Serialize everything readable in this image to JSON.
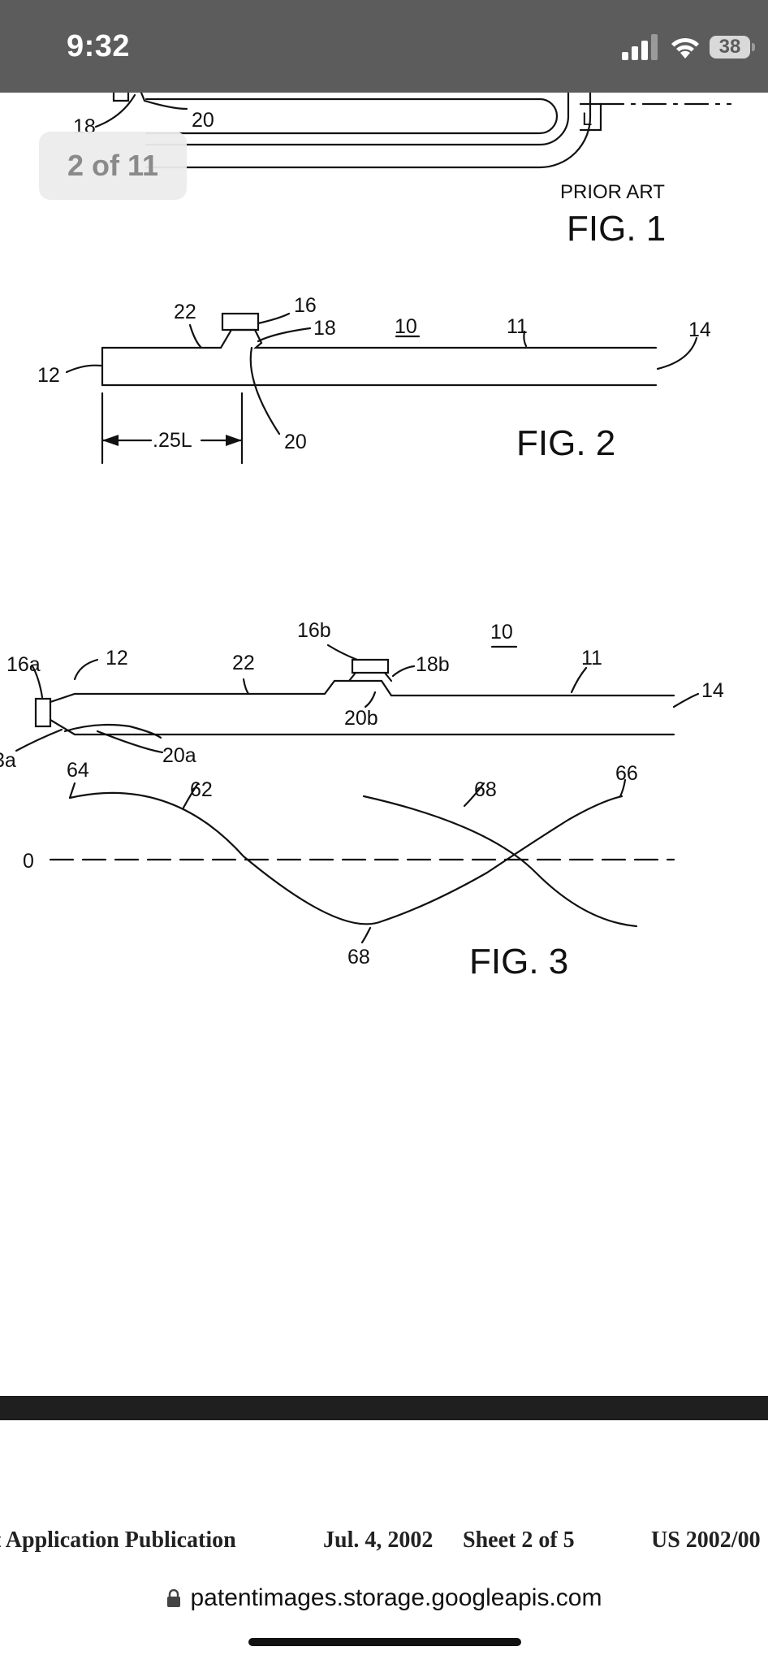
{
  "status_bar": {
    "time": "9:32",
    "battery": "38"
  },
  "viewer": {
    "page_indicator": "2 of 11"
  },
  "figure": {
    "fig1": {
      "prior_art": "PRIOR ART",
      "title": "FIG. 1",
      "labels": [
        "18",
        "20",
        "L"
      ]
    },
    "fig2": {
      "title": "FIG. 2",
      "labels": [
        "22",
        "16",
        "18",
        "10",
        "11",
        "14",
        "12",
        ".25L",
        "20"
      ]
    },
    "fig3": {
      "title": "FIG. 3",
      "labels": [
        "16b",
        "10",
        "16a",
        "12",
        "22",
        "18b",
        "11",
        "14",
        "20b",
        "3a",
        "20a",
        "64",
        "62",
        "68",
        "66",
        "0",
        "68"
      ]
    }
  },
  "document_header": {
    "left": "t Application Publication",
    "date": "Jul. 4, 2002",
    "sheet": "Sheet 2 of 5",
    "number": "US 2002/00"
  },
  "browser": {
    "url": "patentimages.storage.googleapis.com"
  }
}
